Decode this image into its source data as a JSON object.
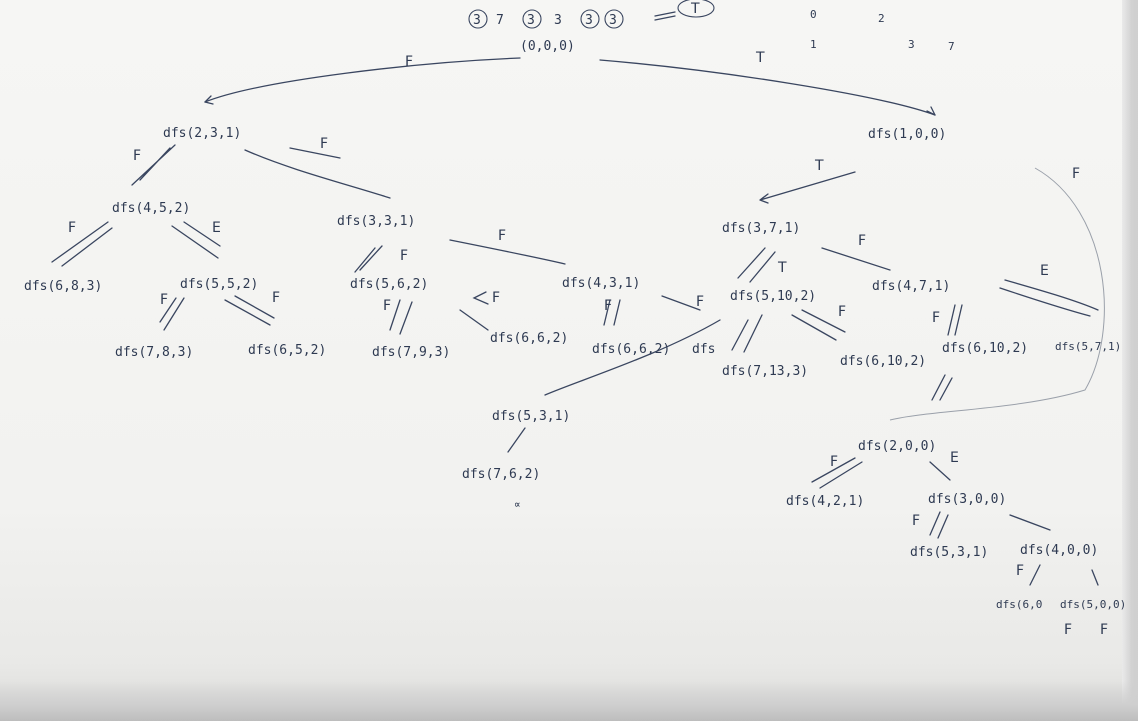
{
  "colors": {
    "ink": "#2e3a52",
    "paper": "#f3f3f1"
  },
  "header": {
    "digits": [
      "3",
      "7",
      "3",
      "3",
      "3",
      "3"
    ],
    "arrow_label": "T",
    "root_state": "(0,0,0)"
  },
  "branch_labels": {
    "left": "F",
    "right": "T"
  },
  "margin_marks": [
    "0",
    "1",
    "2",
    "3",
    "7"
  ],
  "left_subtree": {
    "node_a": "dfs(2,3,1)",
    "node_b": "dfs(4,5,2)",
    "node_c": "dfs(6,8,3)",
    "node_d": "dfs(5,5,2)",
    "node_e": "dfs(7,8,3)",
    "node_f": "dfs(6,5,2)",
    "node_g": "dfs(3,3,1)",
    "node_h": "dfs(5,6,2)",
    "node_i": "dfs(7,9,3)",
    "node_j": "dfs(6,6,2)",
    "node_k": "dfs(4,3,1)",
    "node_l": "dfs(6,6,2)",
    "node_m": "dfs",
    "node_n": "dfs(5,3,1)",
    "node_o": "dfs(7,6,2)",
    "infinity": "∝"
  },
  "right_subtree": {
    "node_a": "dfs(1,0,0)",
    "node_b": "dfs(3,7,1)",
    "node_c": "dfs(5,10,2)",
    "node_d": "dfs(4,7,1)",
    "node_e": "dfs(7,13,3)",
    "node_f": "dfs(6,10,2)",
    "node_g": "dfs(6,10,2)",
    "node_h": "dfs(5,7,1)",
    "node_i": "dfs(2,0,0)",
    "node_j": "dfs(4,2,1)",
    "node_k": "dfs(3,0,0)",
    "node_l": "dfs(5,3,1)",
    "node_m": "dfs(4,0,0)",
    "node_n": "dfs(6,0",
    "node_o": "dfs(5,0,0)"
  },
  "edge_labels": {
    "f": "F",
    "t": "T",
    "e": "E"
  },
  "final_results": [
    "F",
    "F"
  ]
}
